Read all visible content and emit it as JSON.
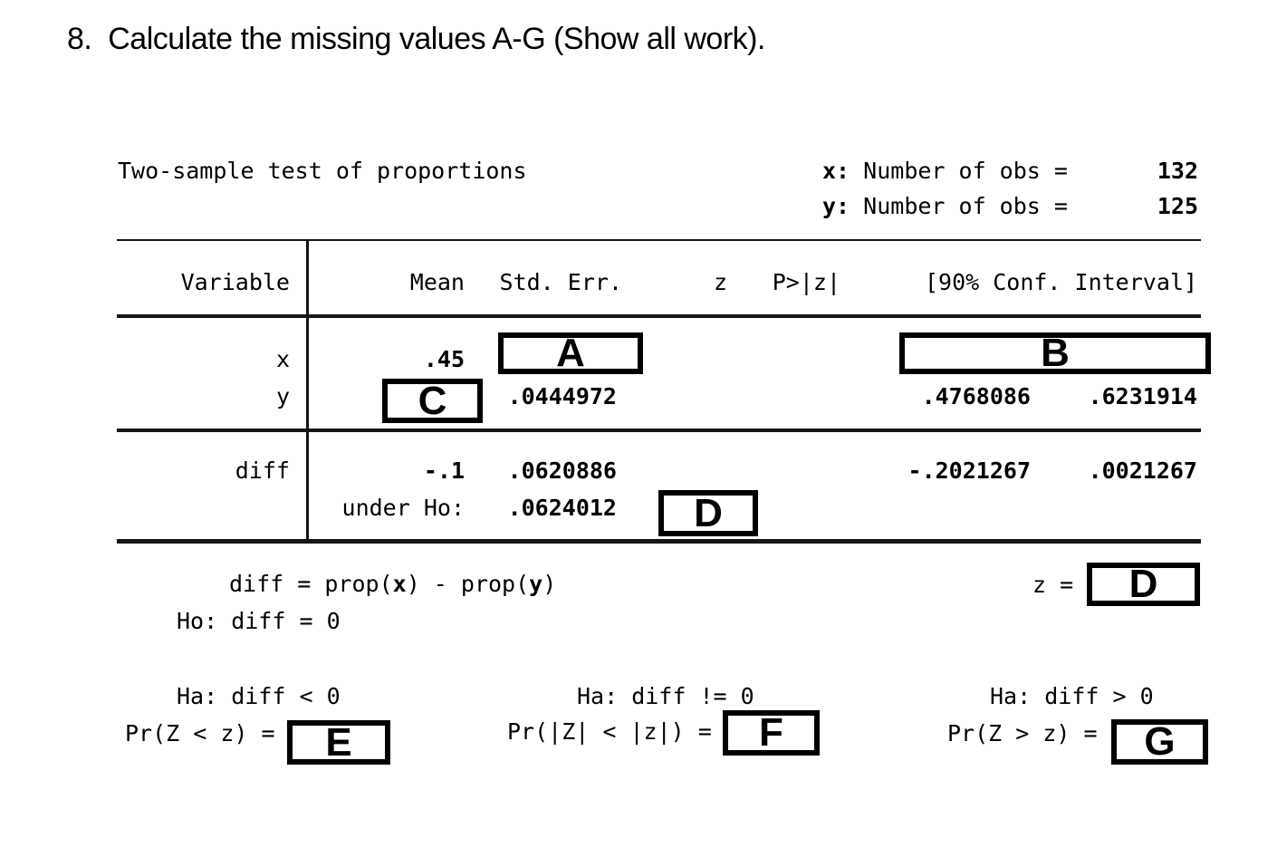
{
  "title": {
    "full": "8.  Calculate the missing values A-G (Show all work)."
  },
  "stata": {
    "heading": "Two-sample test of proportions",
    "obs_x": {
      "prefix": "x:",
      "label": " Number of obs =",
      "value": "132"
    },
    "obs_y": {
      "prefix": "y:",
      "label": " Number of obs =",
      "value": "125"
    },
    "header": {
      "variable": "Variable",
      "mean": "Mean",
      "stderr": "Std. Err.",
      "z": "z",
      "p": "P>|z|",
      "ci": "[90% Conf. Interval]"
    },
    "row_x": {
      "label": "x",
      "mean": ".45",
      "stderr_box": "A",
      "ci_box": "B"
    },
    "row_y": {
      "label": "y",
      "mean_box": "C",
      "stderr": ".0444972",
      "ci_low": ".4768086",
      "ci_high": ".6231914"
    },
    "row_diff": {
      "label": "diff",
      "mean": "-.1",
      "stderr": ".0620886",
      "ci_low": "-.2021267",
      "ci_high": ".0021267"
    },
    "row_under_ho": {
      "label": "under Ho:",
      "stderr": ".0624012",
      "z_box": "D"
    },
    "diff_eq": {
      "p1": "diff = prop(",
      "x": "x",
      "p2": ") - prop(",
      "y": "y",
      "p3": ")"
    },
    "z_eq": {
      "label": "z =",
      "box": "D"
    },
    "ho": "Ho: diff = 0",
    "ha_left": {
      "ha": "Ha: diff < 0",
      "pr": "Pr(Z < z) =",
      "box": "E"
    },
    "ha_mid": {
      "ha": "Ha: diff != 0",
      "pr": "Pr(|Z| < |z|) =",
      "box": "F"
    },
    "ha_right": {
      "ha": "Ha: diff > 0",
      "pr": "Pr(Z > z) =",
      "box": "G"
    }
  }
}
